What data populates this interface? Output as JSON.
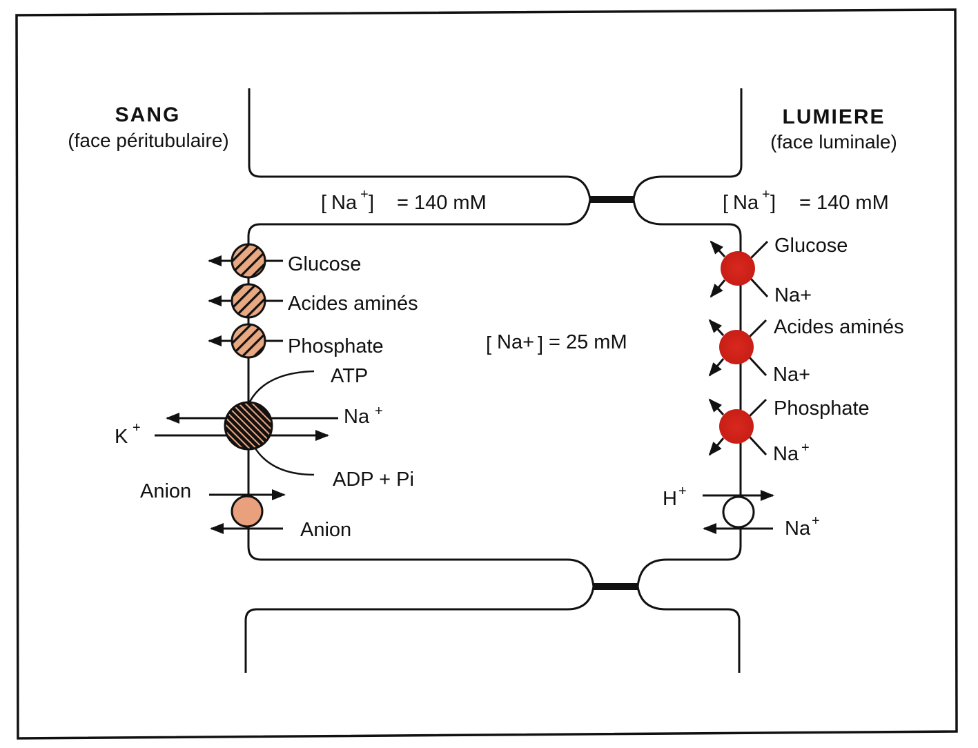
{
  "colors": {
    "ink": "#111111",
    "hatched_carrier": "#e8a882",
    "anion_carrier": "#e9a07c",
    "symporter": "#d6251c",
    "antiporter": "#ffffff",
    "pump_stripes": "#e8a882"
  },
  "left_side": {
    "title": "SANG",
    "subtitle": "(face péritubulaire)",
    "concentration": {
      "bracket_ion": "Na",
      "charge": "+",
      "equals": "= 140 mM"
    },
    "carriers": [
      {
        "label": "Glucose",
        "icon": "hatched-uniporter"
      },
      {
        "label": "Acides aminés",
        "icon": "hatched-uniporter"
      },
      {
        "label": "Phosphate",
        "icon": "hatched-uniporter"
      }
    ],
    "pump": {
      "atp": "ATP",
      "adp": "ADP + Pi",
      "na": "Na",
      "na_charge": "+",
      "k": "K",
      "k_charge": "+"
    },
    "anion_exchanger": {
      "in_label": "Anion",
      "out_label": "Anion"
    }
  },
  "right_side": {
    "title": "LUMIERE",
    "subtitle": "(face luminale)",
    "concentration": {
      "bracket_ion": "Na",
      "charge": "+",
      "equals": "= 140 mM"
    },
    "symporters": [
      {
        "substrate": "Glucose",
        "cotransport": "Na+"
      },
      {
        "substrate": "Acides aminés",
        "cotransport": "Na+"
      },
      {
        "substrate": "Phosphate",
        "cotransport": "Na",
        "cotransport_charge": "+"
      }
    ],
    "antiporter": {
      "h": "H",
      "h_charge": "+",
      "na": "Na",
      "na_charge": "+"
    }
  },
  "cell": {
    "concentration": {
      "bracket_ion": "Na+",
      "equals": "= 25 mM"
    }
  }
}
